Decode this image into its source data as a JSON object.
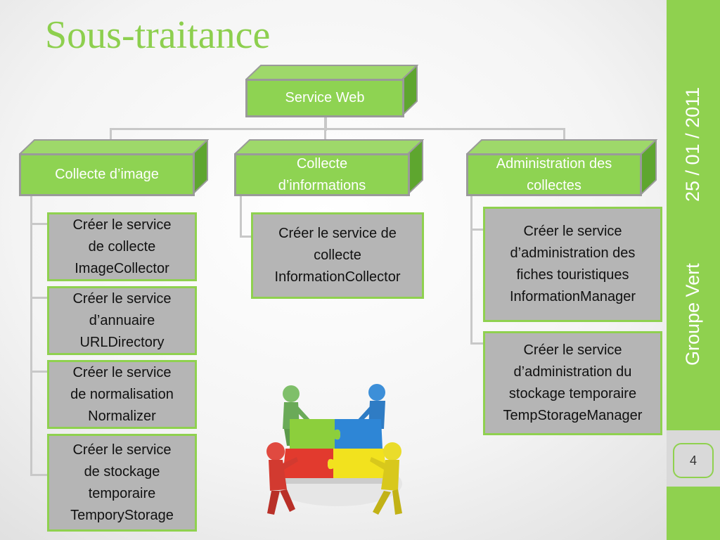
{
  "title": "Sous-traitance",
  "sidebar": {
    "date": "25 / 01 / 2011",
    "group": "Groupe Vert",
    "page_number": "4",
    "color": "#8fd14f"
  },
  "diagram": {
    "root": {
      "label": "Service Web"
    },
    "categories": [
      {
        "lines": [
          "Collecte d’image"
        ]
      },
      {
        "lines": [
          "Collecte",
          "d’informations"
        ]
      },
      {
        "lines": [
          "Administration des",
          "collectes"
        ]
      }
    ],
    "tasks": {
      "image": [
        [
          "Créer le service",
          "de collecte",
          "ImageCollector"
        ],
        [
          "Créer le service",
          "d’annuaire",
          "URLDirectory"
        ],
        [
          "Créer le service",
          "de normalisation",
          "Normalizer"
        ],
        [
          "Créer le service",
          "de stockage",
          "temporaire",
          "TemporyStorage"
        ]
      ],
      "informations": [
        [
          "Créer le service de",
          "collecte",
          "InformationCollector"
        ]
      ],
      "administration": [
        [
          "Créer le service",
          "d’administration des",
          "fiches touristiques",
          "InformationManager"
        ],
        [
          "Créer le service",
          "d’administration du",
          "stockage temporaire",
          "TempStorageManager"
        ]
      ]
    }
  },
  "illustration": {
    "icon": "puzzle-team-icon",
    "colors": [
      "#9ad24a",
      "#2e86d6",
      "#e23a2e",
      "#f2e21e"
    ]
  }
}
